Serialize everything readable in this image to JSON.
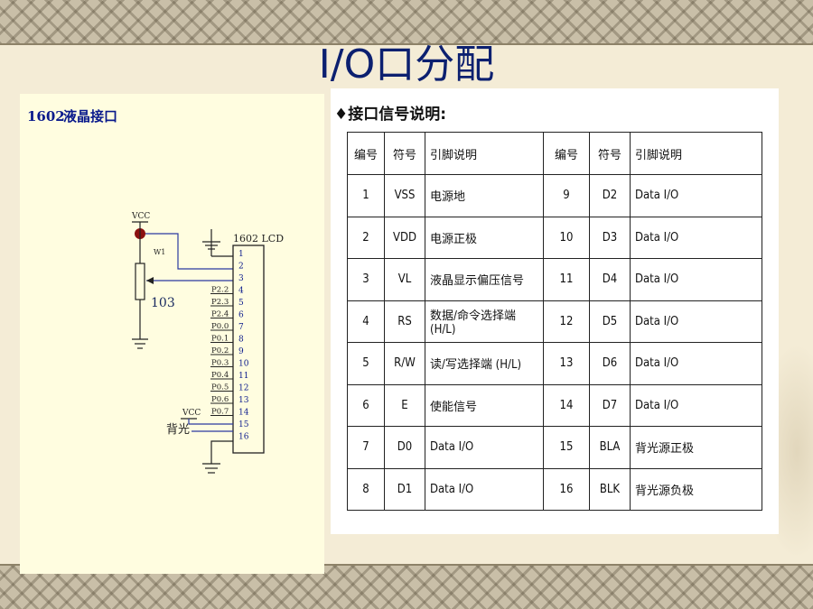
{
  "slide": {
    "title": "I/O口分配",
    "colors": {
      "title": "#0c2070",
      "schematic_label": "#0a1a8c",
      "accent_node": "#8b1010"
    }
  },
  "schematic": {
    "heading_num": "1602",
    "heading_text": "液晶接口",
    "vcc_label": "VCC",
    "pot_label": "W1",
    "pot_value": "103",
    "lcd_label": "1602 LCD",
    "backlight_vcc": "VCC",
    "backlight_label": "背光",
    "pin_numbers": [
      "1",
      "2",
      "3",
      "4",
      "5",
      "6",
      "7",
      "8",
      "9",
      "10",
      "11",
      "12",
      "13",
      "14",
      "15",
      "16"
    ],
    "nets": [
      "P2.2",
      "P2.3",
      "P2.4",
      "P0.0",
      "P0.1",
      "P0.2",
      "P0.3",
      "P0.4",
      "P0.5",
      "P0.6",
      "P0.7"
    ]
  },
  "pin_table": {
    "heading": "♦接口信号说明:",
    "headers": [
      "编号",
      "符号",
      "引脚说明",
      "编号",
      "符号",
      "引脚说明"
    ],
    "rows": [
      [
        "1",
        "VSS",
        "电源地",
        "9",
        "D2",
        "Data I/O"
      ],
      [
        "2",
        "VDD",
        "电源正极",
        "10",
        "D3",
        "Data I/O"
      ],
      [
        "3",
        "VL",
        "液晶显示偏压信号",
        "11",
        "D4",
        "Data I/O"
      ],
      [
        "4",
        "RS",
        "数据/命令选择端 (H/L)",
        "12",
        "D5",
        "Data I/O"
      ],
      [
        "5",
        "R/W",
        "读/写选择端 (H/L)",
        "13",
        "D6",
        "Data I/O"
      ],
      [
        "6",
        "E",
        "使能信号",
        "14",
        "D7",
        "Data I/O"
      ],
      [
        "7",
        "D0",
        "Data I/O",
        "15",
        "BLA",
        "背光源正极"
      ],
      [
        "8",
        "D1",
        "Data I/O",
        "16",
        "BLK",
        "背光源负极"
      ]
    ]
  }
}
